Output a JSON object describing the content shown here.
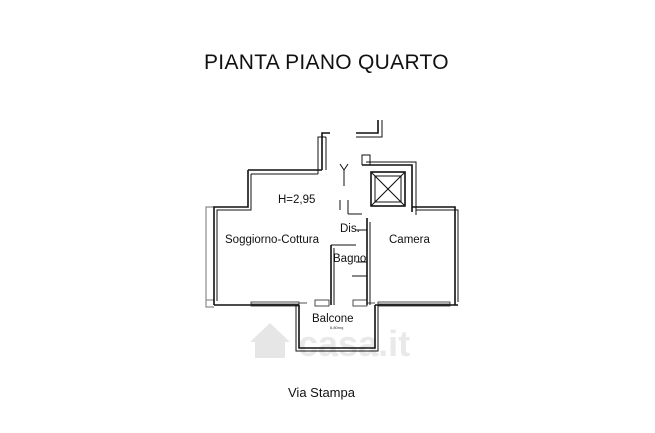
{
  "title": "PIANTA PIANO QUARTO",
  "height_label": "H=2,95",
  "rooms": {
    "living": "Soggiorno-Cottura",
    "hall": "Dis.",
    "bath": "Bagno",
    "bedroom": "Camera",
    "balcony": "Balcone",
    "balcony_note": "6,80mq"
  },
  "street": "Via Stampa",
  "watermark": "casa.it",
  "colors": {
    "walls": "#111111",
    "outer_walls": "#8c8c8c",
    "watermark": "#e6e6e6"
  }
}
